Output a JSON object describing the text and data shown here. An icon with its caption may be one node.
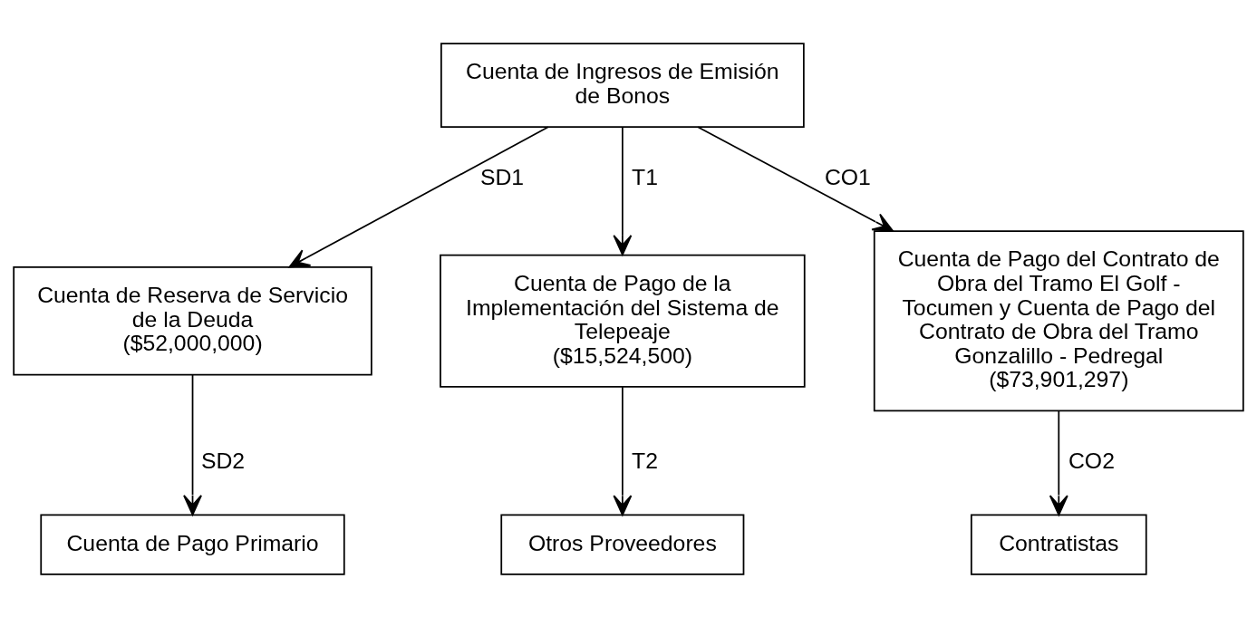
{
  "diagram": {
    "nodes": [
      {
        "text": [
          "Cuenta de Ingresos de Emisión de Bonos"
        ]
      },
      {
        "text": [
          "Cuenta de Reserva de Servicio de la Deuda",
          "($52,000,000)"
        ]
      },
      {
        "text": [
          "Cuenta de Pago de la Implementación del Sistema de Telepeaje",
          "($15,524,500)"
        ]
      },
      {
        "text": [
          "Cuenta de Pago del Contrato de Obra del Tramo El Golf - Tocumen y Cuenta de Pago del Contrato de Obra del Tramo Gonzalillo - Pedregal",
          "($73,901,297)"
        ]
      },
      {
        "text": [
          "Cuenta de Pago Primario"
        ]
      },
      {
        "text": [
          "Otros Proveedores"
        ]
      },
      {
        "text": [
          "Contratistas"
        ]
      }
    ],
    "edges": [
      {
        "from": 0,
        "to": 1,
        "arrow": "to",
        "label": "SD1"
      },
      {
        "from": 0,
        "to": 2,
        "arrow": "to",
        "label": "T1"
      },
      {
        "from": 0,
        "to": 3,
        "arrow": "to",
        "label": "CO1"
      },
      {
        "from": 1,
        "to": 4,
        "arrow": "to",
        "label": "SD2"
      },
      {
        "from": 2,
        "to": 5,
        "arrow": "to",
        "label": "T2"
      },
      {
        "from": 3,
        "to": 6,
        "arrow": "to",
        "label": "CO2"
      }
    ]
  }
}
